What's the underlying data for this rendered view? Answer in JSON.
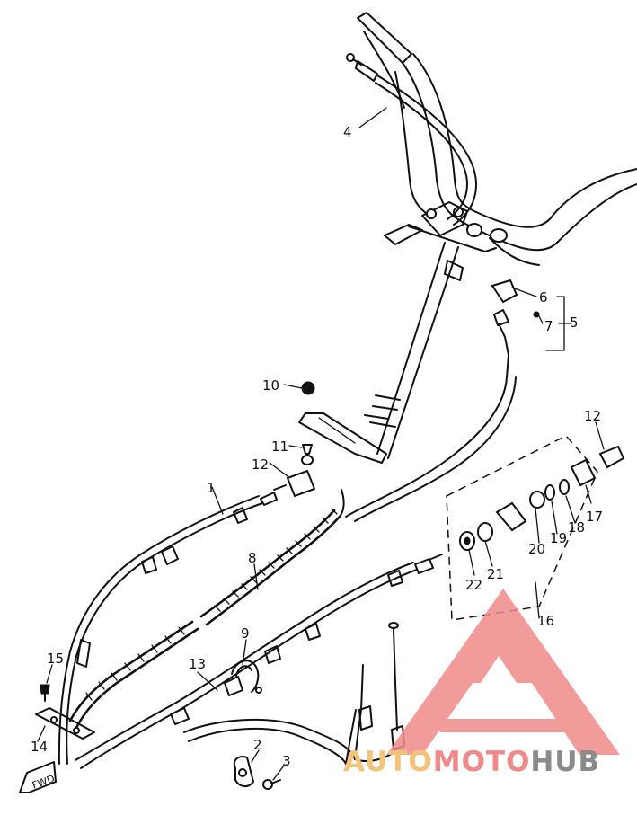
{
  "callouts": {
    "c1": "1",
    "c2": "2",
    "c3": "3",
    "c4": "4",
    "c5": "5",
    "c6": "6",
    "c7": "7",
    "c8": "8",
    "c9": "9",
    "c10": "10",
    "c11": "11",
    "c12a": "12",
    "c12b": "12",
    "c13": "13",
    "c14": "14",
    "c15": "15",
    "c16": "16",
    "c17": "17",
    "c18": "18",
    "c19": "19",
    "c20": "20",
    "c21": "21",
    "c22": "22"
  },
  "direction_tag": "FWD",
  "watermark": {
    "word_part1": "AUTO",
    "word_part2": "MOTO",
    "word_part3": "HUB",
    "color_accent": "#f08a8a",
    "color_orange": "#f4c37a",
    "color_gray": "#8a8a8a"
  }
}
